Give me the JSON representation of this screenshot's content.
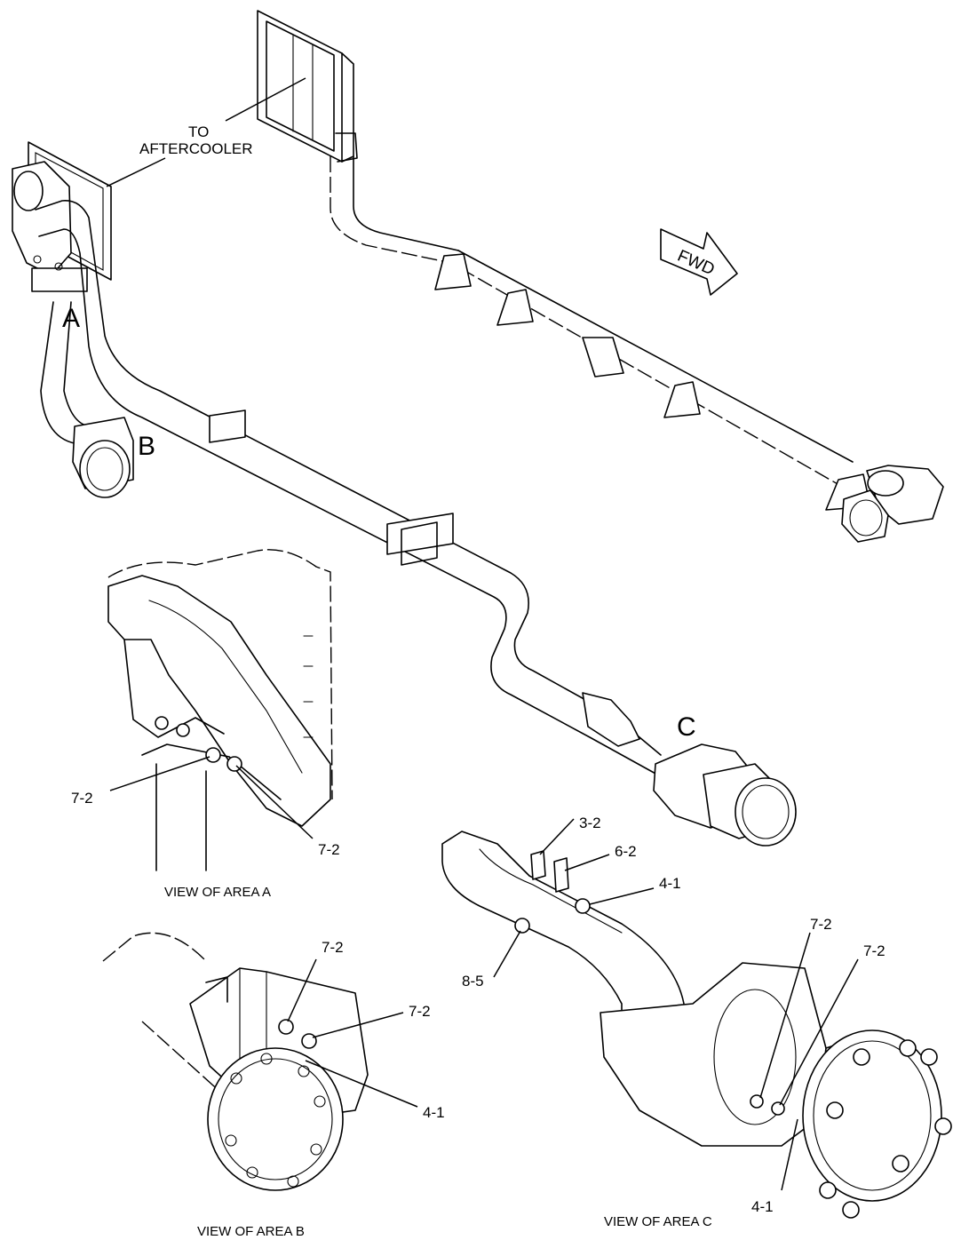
{
  "diagram": {
    "callouts": {
      "to_aftercooler_line1": "TO",
      "to_aftercooler_line2": "AFTERCOOLER",
      "fwd": "FWD"
    },
    "area_labels": {
      "a": "A",
      "b": "B",
      "c": "C"
    },
    "view_titles": {
      "a": "VIEW OF AREA A",
      "b": "VIEW OF AREA B",
      "c": "VIEW OF AREA C"
    },
    "part_numbers": {
      "a_left": "7-2",
      "a_right": "7-2",
      "b_top": "7-2",
      "b_mid": "7-2",
      "b_bottom": "4-1",
      "c_3_2": "3-2",
      "c_6_2": "6-2",
      "c_4_1_top": "4-1",
      "c_8_5": "8-5",
      "c_7_2_a": "7-2",
      "c_7_2_b": "7-2",
      "c_4_1_bottom": "4-1"
    }
  }
}
